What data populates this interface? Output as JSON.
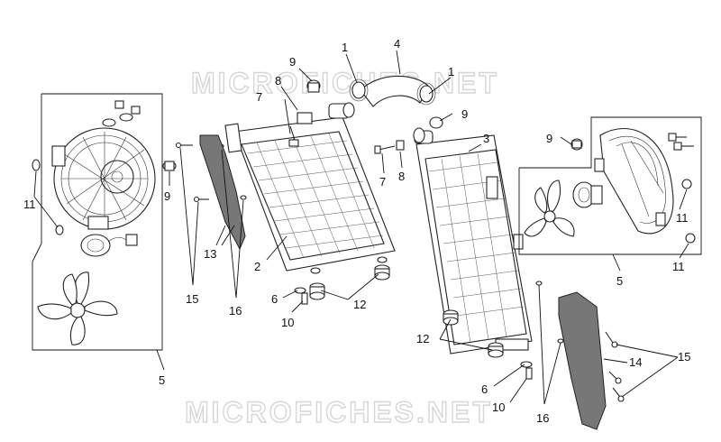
{
  "watermark": "MICROFICHES.NET",
  "callouts": {
    "n1a": "1",
    "n1b": "1",
    "n2": "2",
    "n3": "3",
    "n4": "4",
    "n5a": "5",
    "n5b": "5",
    "n6a": "6",
    "n6b": "6",
    "n7a": "7",
    "n7b": "7",
    "n8a": "8",
    "n8b": "8",
    "n9a": "9",
    "n9b": "9",
    "n9c": "9",
    "n9d": "9",
    "n10a": "10",
    "n10b": "10",
    "n11a": "11",
    "n11b": "11",
    "n11c": "11",
    "n12a": "12",
    "n12b": "12",
    "n13": "13",
    "n14": "14",
    "n15a": "15",
    "n15b": "15",
    "n16a": "16",
    "n16b": "16"
  }
}
